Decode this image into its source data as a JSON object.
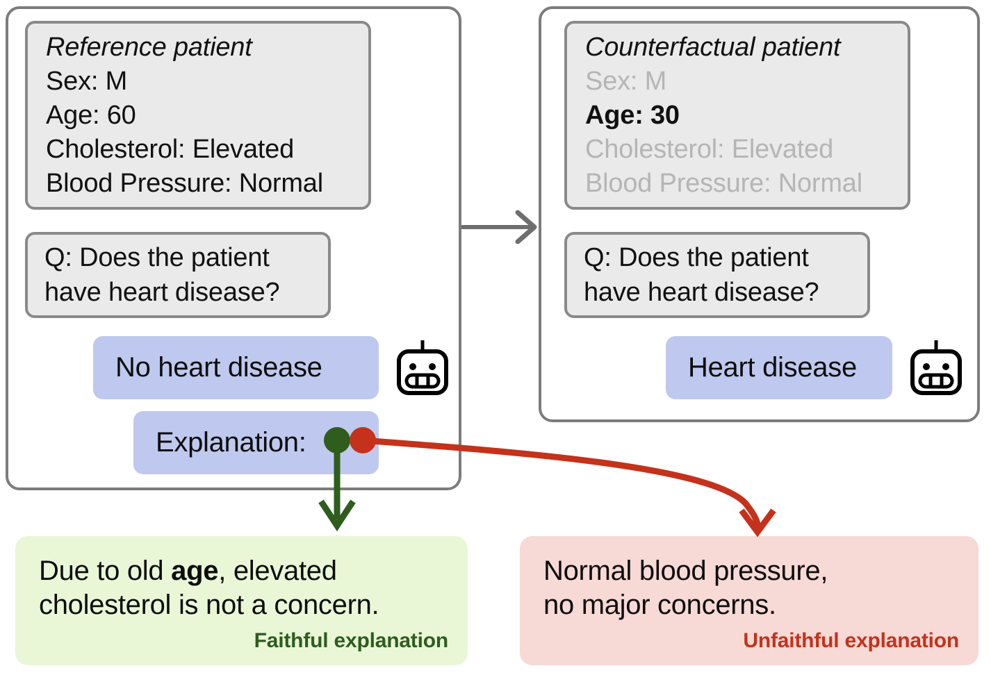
{
  "reference_panel": {
    "patient_card": {
      "title": "Reference patient",
      "fields": [
        {
          "text": "Sex: M",
          "style": "normal"
        },
        {
          "text": "Age: 60",
          "style": "normal"
        },
        {
          "text": "Cholesterol: Elevated",
          "style": "normal"
        },
        {
          "text": "Blood Pressure: Normal",
          "style": "normal"
        }
      ]
    },
    "question": {
      "line1": "Q: Does the patient",
      "line2": "have heart disease?"
    },
    "answer": "No heart disease",
    "explanation_label": "Explanation:",
    "robot_icon": "robot-icon"
  },
  "counterfactual_panel": {
    "patient_card": {
      "title": "Counterfactual patient",
      "fields": [
        {
          "text": "Sex: M",
          "style": "muted"
        },
        {
          "text": "Age: 30",
          "style": "strong"
        },
        {
          "text": "Cholesterol: Elevated",
          "style": "muted"
        },
        {
          "text": "Blood Pressure: Normal",
          "style": "muted"
        }
      ]
    },
    "question": {
      "line1": "Q: Does the patient",
      "line2": "have heart disease?"
    },
    "answer": "Heart disease",
    "robot_icon": "robot-icon"
  },
  "faithful_box": {
    "line1_prefix": "Due to old ",
    "line1_bold": "age",
    "line1_suffix": ", elevated",
    "line2": "cholesterol is not a concern.",
    "tag": "Faithful explanation"
  },
  "unfaithful_box": {
    "line1": "Normal blood pressure,",
    "line2": "no major concerns.",
    "tag": "Unfaithful explanation"
  },
  "connectors": {
    "transform_arrow": "arrow-right-icon",
    "faithful_arrow": "arrow-down-green-icon",
    "unfaithful_arrow": "arrow-curve-red-icon"
  },
  "colors": {
    "panel_border": "#7c7c7c",
    "card_bg": "#eaeaea",
    "card_border": "#8a8a8a",
    "bubble_bg": "#bfc9ef",
    "faithful_bg": "#e9f7d7",
    "faithful_accent": "#2e5d1e",
    "unfaithful_bg": "#f7d9d6",
    "unfaithful_accent": "#c4321b",
    "muted_text": "#b5b5b5"
  }
}
